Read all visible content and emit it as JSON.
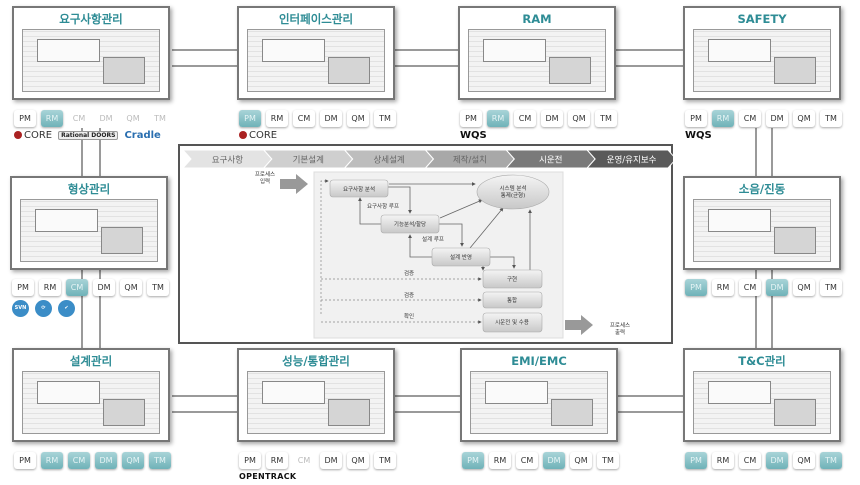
{
  "modules": [
    {
      "id": "m1",
      "title": "요구사항관리",
      "tags": [
        {
          "label": "PM",
          "state": "normal"
        },
        {
          "label": "RM",
          "state": "active"
        },
        {
          "label": "CM",
          "state": "faded"
        },
        {
          "label": "DM",
          "state": "faded"
        },
        {
          "label": "QM",
          "state": "faded"
        },
        {
          "label": "TM",
          "state": "faded"
        }
      ],
      "tools": [
        "CORE",
        "Rational DOORS",
        "Cradle"
      ]
    },
    {
      "id": "m2",
      "title": "인터페이스관리",
      "tags": [
        {
          "label": "PM",
          "state": "active"
        },
        {
          "label": "RM",
          "state": "normal"
        },
        {
          "label": "CM",
          "state": "normal"
        },
        {
          "label": "DM",
          "state": "normal"
        },
        {
          "label": "QM",
          "state": "normal"
        },
        {
          "label": "TM",
          "state": "normal"
        }
      ],
      "tools": [
        "CORE"
      ]
    },
    {
      "id": "m3",
      "title": "RAM",
      "tags": [
        {
          "label": "PM",
          "state": "normal"
        },
        {
          "label": "RM",
          "state": "active"
        },
        {
          "label": "CM",
          "state": "normal"
        },
        {
          "label": "DM",
          "state": "normal"
        },
        {
          "label": "QM",
          "state": "normal"
        },
        {
          "label": "TM",
          "state": "normal"
        }
      ],
      "tools": [
        "WQS"
      ]
    },
    {
      "id": "m4",
      "title": "SAFETY",
      "tags": [
        {
          "label": "PM",
          "state": "normal"
        },
        {
          "label": "RM",
          "state": "active"
        },
        {
          "label": "CM",
          "state": "normal"
        },
        {
          "label": "DM",
          "state": "normal"
        },
        {
          "label": "QM",
          "state": "normal"
        },
        {
          "label": "TM",
          "state": "normal"
        }
      ],
      "tools": [
        "WQS"
      ]
    },
    {
      "id": "m5",
      "title": "형상관리",
      "tags": [
        {
          "label": "PM",
          "state": "normal"
        },
        {
          "label": "RM",
          "state": "normal"
        },
        {
          "label": "CM",
          "state": "active"
        },
        {
          "label": "DM",
          "state": "normal"
        },
        {
          "label": "QM",
          "state": "normal"
        },
        {
          "label": "TM",
          "state": "normal"
        }
      ],
      "tools": [
        "SVN",
        "⟳",
        "✔"
      ]
    },
    {
      "id": "m6",
      "title": "소음/진동",
      "tags": [
        {
          "label": "PM",
          "state": "active"
        },
        {
          "label": "RM",
          "state": "normal"
        },
        {
          "label": "CM",
          "state": "normal"
        },
        {
          "label": "DM",
          "state": "active"
        },
        {
          "label": "QM",
          "state": "normal"
        },
        {
          "label": "TM",
          "state": "normal"
        }
      ],
      "tools": []
    },
    {
      "id": "m7",
      "title": "설계관리",
      "tags": [
        {
          "label": "PM",
          "state": "normal"
        },
        {
          "label": "RM",
          "state": "active"
        },
        {
          "label": "CM",
          "state": "active"
        },
        {
          "label": "DM",
          "state": "active"
        },
        {
          "label": "QM",
          "state": "active"
        },
        {
          "label": "TM",
          "state": "active"
        }
      ],
      "tools": []
    },
    {
      "id": "m8",
      "title": "성능/통합관리",
      "tags": [
        {
          "label": "PM",
          "state": "normal"
        },
        {
          "label": "RM",
          "state": "normal"
        },
        {
          "label": "CM",
          "state": "faded"
        },
        {
          "label": "DM",
          "state": "normal"
        },
        {
          "label": "QM",
          "state": "normal"
        },
        {
          "label": "TM",
          "state": "normal"
        }
      ],
      "tools": [
        "OPENTRACK"
      ]
    },
    {
      "id": "m9",
      "title": "EMI/EMC",
      "tags": [
        {
          "label": "PM",
          "state": "active"
        },
        {
          "label": "RM",
          "state": "normal"
        },
        {
          "label": "CM",
          "state": "normal"
        },
        {
          "label": "DM",
          "state": "active"
        },
        {
          "label": "QM",
          "state": "normal"
        },
        {
          "label": "TM",
          "state": "normal"
        }
      ],
      "tools": []
    },
    {
      "id": "m10",
      "title": "T&C관리",
      "tags": [
        {
          "label": "PM",
          "state": "active"
        },
        {
          "label": "RM",
          "state": "normal"
        },
        {
          "label": "CM",
          "state": "normal"
        },
        {
          "label": "DM",
          "state": "active"
        },
        {
          "label": "QM",
          "state": "normal"
        },
        {
          "label": "TM",
          "state": "active"
        }
      ],
      "tools": []
    }
  ],
  "process": {
    "stages": [
      "요구사항",
      "기본설계",
      "상세설계",
      "제작/설치",
      "시운전",
      "운영/유지보수"
    ],
    "stage_colors": [
      "#e3e3e3",
      "#cfcfcf",
      "#bdbdbd",
      "#a8a8a8",
      "#7a7a7a",
      "#5a5a5a"
    ],
    "input_label": [
      "프로세스",
      "입력"
    ],
    "output_label": [
      "프로세스",
      "출력"
    ],
    "nodes": {
      "req_analysis": "요구사항 분석",
      "sys_analysis": [
        "시스템 분석",
        "통제(균형)"
      ],
      "func_analysis": "기능분석/할당",
      "design": "설계 반영",
      "implement": "구현",
      "integrate": "통합",
      "commission": "시운전 및 수용"
    },
    "loops": {
      "req_loop": "요구사항 루프",
      "design_loop": "설계 루프",
      "verify1": "검증",
      "verify2": "검증",
      "confirm": "확인"
    }
  }
}
